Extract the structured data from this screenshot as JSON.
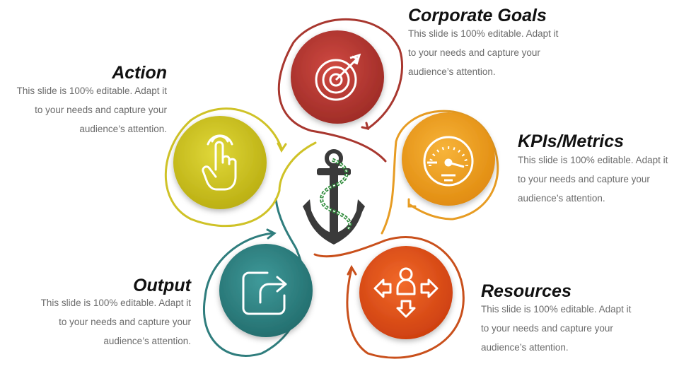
{
  "items": {
    "corporate_goals": {
      "title": "Corporate Goals",
      "text": "This slide is 100% editable. Adapt it to your needs and capture your audience’s attention.",
      "color": "#b8342f",
      "ring_color": "#a8372f",
      "icon": "target-icon"
    },
    "kpis": {
      "title": "KPIs/Metrics",
      "text": "This slide is 100% editable. Adapt it to your needs and capture your audience’s attention.",
      "color": "#f0a21e",
      "ring_color": "#e79c23",
      "icon": "gauge-icon"
    },
    "resources": {
      "title": "Resources",
      "text": "This slide is 100% editable. Adapt it to your needs and capture your audience’s attention.",
      "color": "#e8511a",
      "ring_color": "#c9501c",
      "icon": "person-arrows-icon"
    },
    "output": {
      "title": "Output",
      "text": "This slide is 100% editable. Adapt it to your needs and capture your audience’s attention.",
      "color": "#2f8585",
      "ring_color": "#2f7d7d",
      "icon": "share-icon"
    },
    "action": {
      "title": "Action",
      "text": "This slide is 100% editable. Adapt it to your needs and capture your audience’s attention.",
      "color": "#d2c81a",
      "ring_color": "#cfc227",
      "icon": "hand-pointer-icon"
    }
  },
  "center": {
    "icon": "anchor-icon",
    "color": "#3a3a3a",
    "rope_color": "#2e8b3a"
  }
}
